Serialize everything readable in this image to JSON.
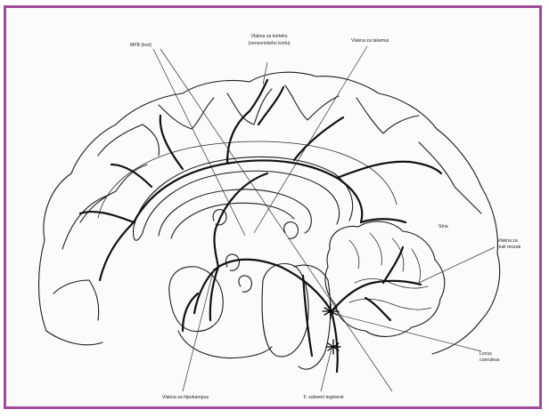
{
  "labels": {
    "mfb": "MFB (lost)",
    "cortex": [
      "Vlakna za korteks",
      "(sensorického kortu)"
    ],
    "thalamus": "Vlakna za talamus",
    "cerebellum": [
      "Vlakna za",
      "mali mozak"
    ],
    "tegmentum": [
      "Locus",
      "coeruleus"
    ],
    "nucleus": "F. subwert tegmenti",
    "hippocampus": "Vlakna za hipokampus",
    "stria": "Stria"
  },
  "colors": {
    "frame": "#a24a9a",
    "ink": "#1c1c1c"
  }
}
